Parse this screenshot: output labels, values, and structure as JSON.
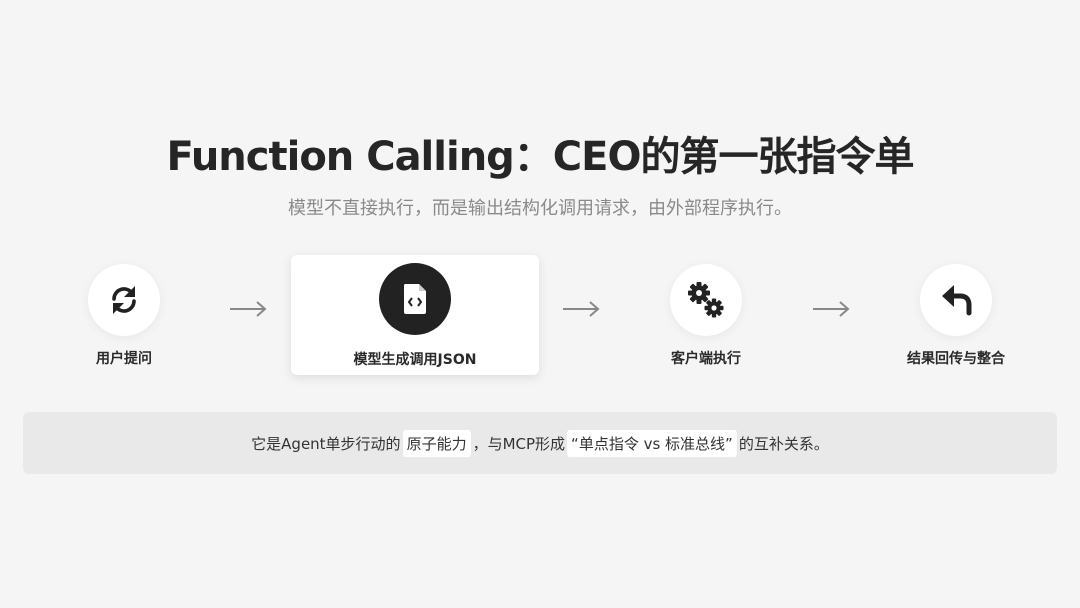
{
  "header": {
    "title": "Function Calling：CEO的第一张指令单",
    "subtitle": "模型不直接执行，而是输出结构化调用请求，由外部程序执行。"
  },
  "flow": {
    "steps": [
      {
        "label": "用户提问",
        "icon": "refresh-icon"
      },
      {
        "label": "模型生成调用JSON",
        "icon": "code-file-icon"
      },
      {
        "label": "客户端执行",
        "icon": "gears-icon"
      },
      {
        "label": "结果回传与整合",
        "icon": "reply-icon"
      }
    ],
    "arrow_icon": "arrow-right-icon"
  },
  "banner": {
    "prefix": "它是Agent单步行动的",
    "chip1": "原子能力",
    "middle": "，与MCP形成",
    "chip2": "“单点指令 vs 标准总线”",
    "suffix": "的互补关系。"
  },
  "colors": {
    "background": "#f5f5f6",
    "card": "#ffffff",
    "icon_dark": "#222222",
    "banner": "#e9e9ea",
    "subtitle": "#8a8a8a"
  }
}
